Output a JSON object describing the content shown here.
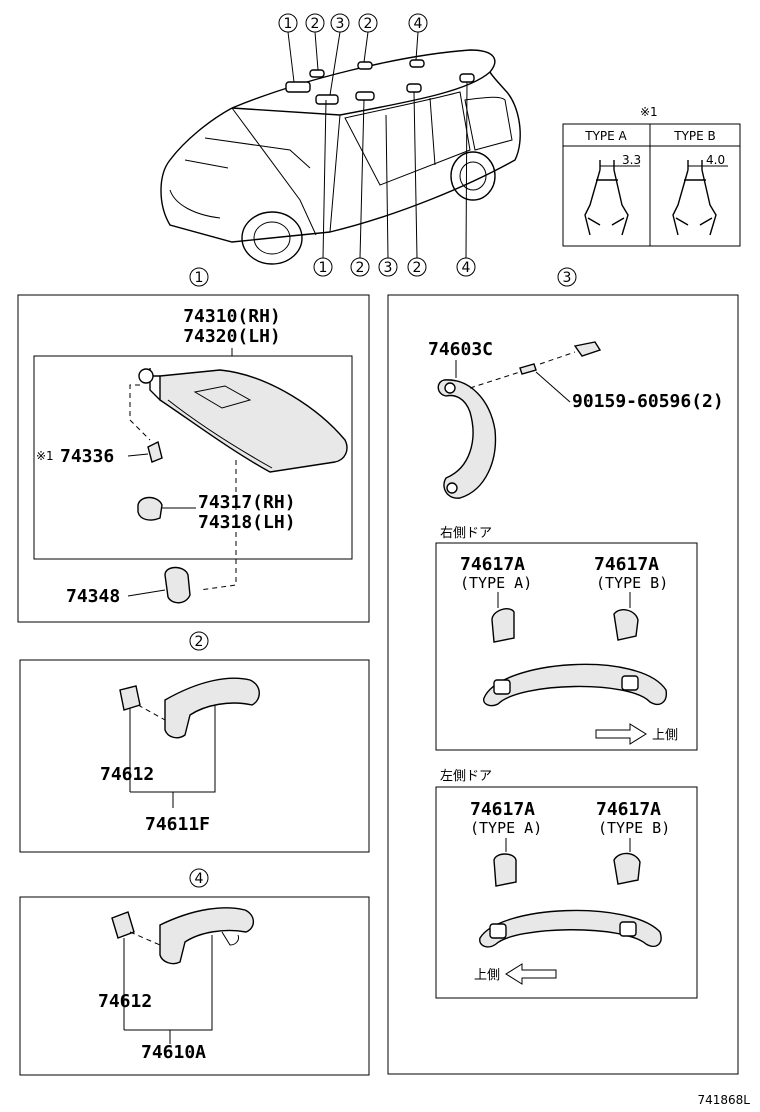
{
  "callouts": {
    "c1": "1",
    "c2": "2",
    "c3": "3",
    "c4": "4"
  },
  "type_table": {
    "mark": "※1",
    "col_a": "TYPE A",
    "col_b": "TYPE B",
    "dim_a": "3.3",
    "dim_b": "4.0"
  },
  "section1": {
    "label_rh": "74310(RH)",
    "label_lh": "74320(LH)",
    "clip_mark": "※1",
    "clip": "74336",
    "holder_rh": "74317(RH)",
    "holder_lh": "74318(LH)",
    "bracket": "74348"
  },
  "section2": {
    "clip": "74612",
    "grip": "74611F"
  },
  "section4": {
    "clip": "74612",
    "grip": "74610A"
  },
  "section3": {
    "grip": "74603C",
    "screw": "90159-60596(2)",
    "right_door": {
      "title": "右側ドア",
      "cap_a": "74617A",
      "cap_a_type": "(TYPE A)",
      "cap_b": "74617A",
      "cap_b_type": "(TYPE B)",
      "arrow_label": "上側"
    },
    "left_door": {
      "title": "左側ドア",
      "cap_a": "74617A",
      "cap_a_type": "(TYPE A)",
      "cap_b": "74617A",
      "cap_b_type": "(TYPE B)",
      "arrow_label": "上側"
    }
  },
  "figure_id": "741868L"
}
